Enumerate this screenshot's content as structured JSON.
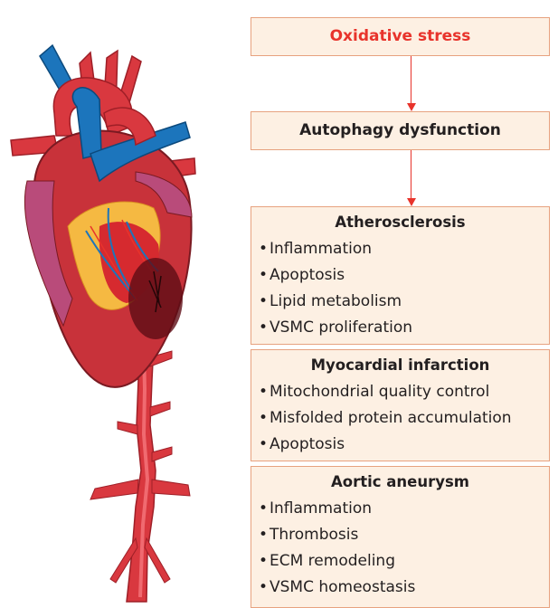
{
  "boxes": {
    "oxidative_stress": "Oxidative stress",
    "autophagy": "Autophagy dysfunction"
  },
  "sections": [
    {
      "title": "Atherosclerosis",
      "items": [
        "Inflammation",
        "Apoptosis",
        "Lipid metabolism",
        "VSMC proliferation"
      ]
    },
    {
      "title": "Myocardial infarction",
      "items": [
        "Mitochondrial quality control",
        "Misfolded protein accumulation",
        "Apoptosis"
      ]
    },
    {
      "title": "Aortic aneurysm",
      "items": [
        "Inflammation",
        "Thrombosis",
        "ECM remodeling",
        "VSMC homeostasis"
      ]
    }
  ],
  "colors": {
    "accent_red": "#e8332b",
    "box_fill": "#fdf0e3",
    "box_border": "#e7a27f",
    "vein_blue": "#1c75bc",
    "artery_red": "#d9383f"
  },
  "illustration": "heart-with-aorta-illustration"
}
